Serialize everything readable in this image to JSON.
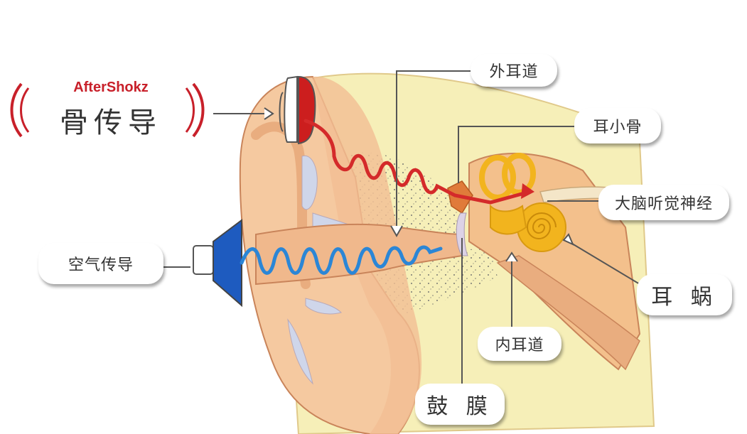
{
  "brand": {
    "name": "AfterShokz",
    "bone_conduction": "骨传导"
  },
  "labels": {
    "air_conduction": "空气传导",
    "outer_ear_canal": "外耳道",
    "ossicles": "耳小骨",
    "auditory_nerve": "大脑听觉神经",
    "cochlea": "耳 蜗",
    "inner_ear_canal": "内耳道",
    "eardrum": "鼓 膜"
  },
  "colors": {
    "brand_red": "#c8202a",
    "bone_wave": "#d42a2a",
    "air_wave": "#2b86d6",
    "speaker_blue": "#1e5bbf",
    "skin": "#f5c9a0",
    "skin_dark": "#e9ad7f",
    "bone": "#f6efb8",
    "cochlea": "#f2b41e",
    "cartilage": "#cfd6ea"
  },
  "icons": {
    "bone_conduction_device": "bone-conduction-headphone-icon",
    "air_speaker": "speaker-icon"
  }
}
